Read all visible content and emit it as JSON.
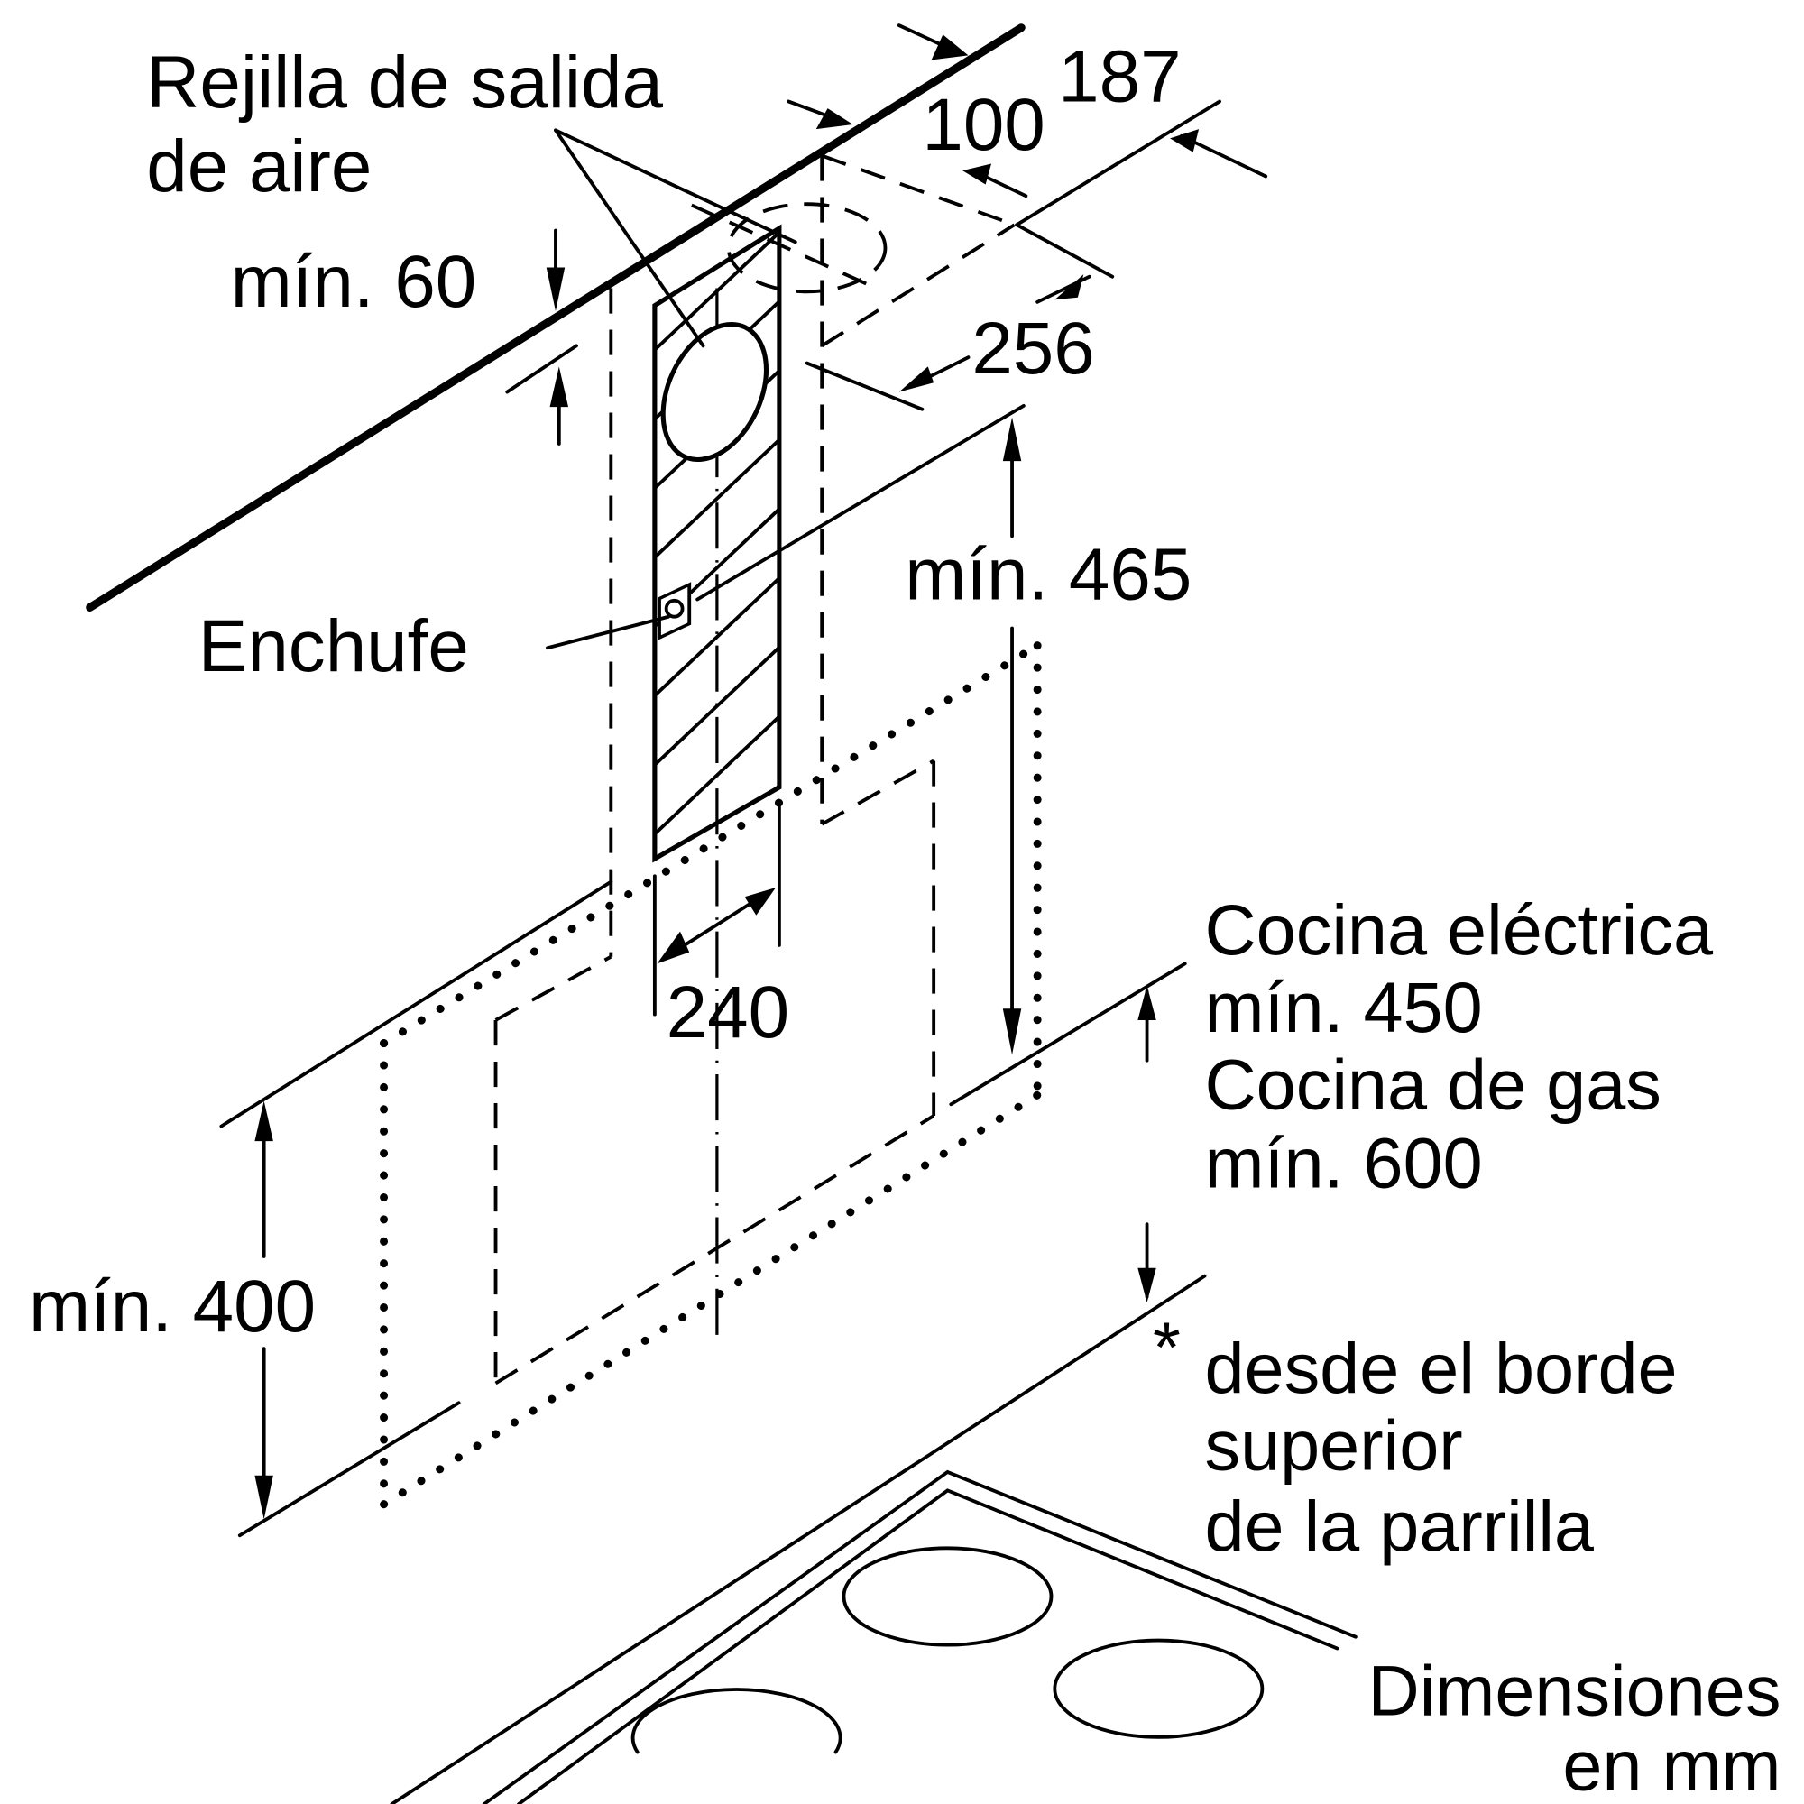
{
  "diagram": {
    "title": "Chimney hood installation dimensions",
    "labels": {
      "air_outlet_line1": "Rejilla de salida",
      "air_outlet_line2": "de aire",
      "min_60": "mín. 60",
      "socket": "Enchufe",
      "dim_187": "187",
      "dim_100": "100",
      "dim_256": "256",
      "min_465": "mín. 465",
      "dim_240": "240",
      "min_400": "mín. 400",
      "electric_hob": "Cocina eléctrica",
      "min_450": "mín. 450",
      "gas_hob": "Cocina de gas",
      "min_600": "mín. 600",
      "footnote_marker": "*",
      "footnote_line1": "desde el borde",
      "footnote_line2": "superior",
      "footnote_line3": "de la parrilla",
      "units_line1": "Dimensiones",
      "units_line2": "en mm"
    },
    "colors": {
      "ink": "#000000",
      "background": "#ffffff"
    }
  }
}
